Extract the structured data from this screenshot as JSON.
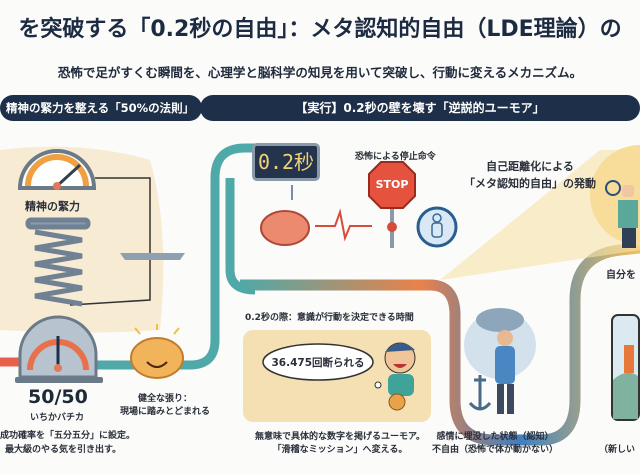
{
  "header": {
    "title": "を突破する「0.2秒の自由」：メタ認知的自由（LDE理論）の",
    "subtitle": "恐怖で足がすくむ瞬間を、心理学と脳科学の知見を用いて突破し、行動に変えるメカニズム。"
  },
  "sections": {
    "left_header": "精神の緊力を整える「50%の法則」",
    "right_header": "【実行】0.2秒の壁を壊す「逆説的ユーモア」"
  },
  "left": {
    "gauge_label": "精神の緊力",
    "ratio": "50/50",
    "ratio_caption": "いちかバチカ",
    "desc_line1": "成功確率を「五分五分」に設定。",
    "desc_line2": "最大級のやる気を引き出す。",
    "brain_line1": "健全な張り：",
    "brain_line2": "現場に踏みとどまれる"
  },
  "center": {
    "timer": "0.2秒",
    "stop_caption": "恐怖による停止命令",
    "stop_sign": "STOP",
    "window_caption": "0.2秒の際：意識が行動を決定できる時間",
    "thought": "36.475回断られる",
    "humor_line1": "無意味で具体的な数字を掲げるユーモア。",
    "humor_line2": "「滑稽なミッション」へ変える。"
  },
  "right": {
    "meta_line1": "自己距離化による",
    "meta_line2": "「メタ認知的自由」の発動",
    "self_caption": "自分を",
    "stuck_line1": "感情に埋没した状態（認知）",
    "stuck_line2": "不自由（恐怖で体が動かない）",
    "new_caption": "（新しい"
  },
  "colors": {
    "navy": "#1e2f4a",
    "teal": "#4fa9a8",
    "orange": "#e8824a",
    "beige": "#f6e7c8",
    "yellow": "#f2c15a"
  }
}
